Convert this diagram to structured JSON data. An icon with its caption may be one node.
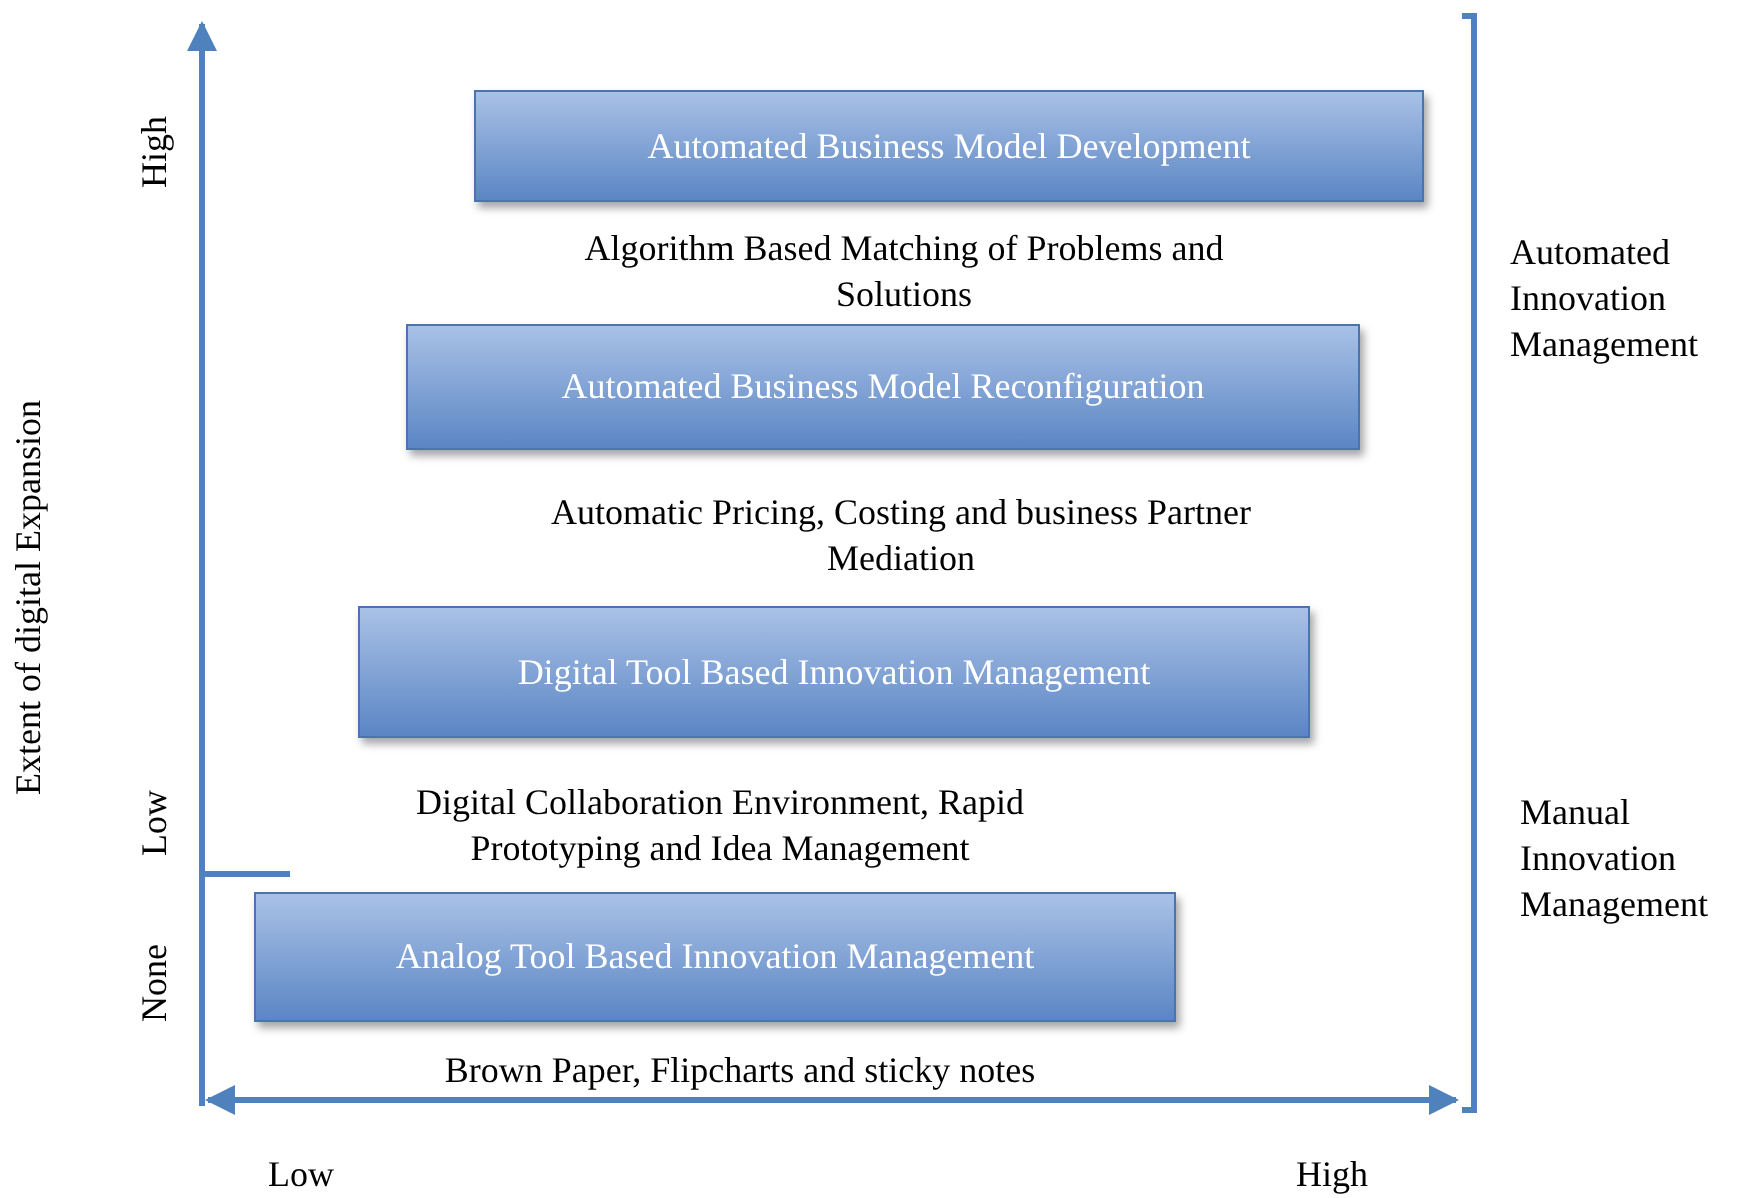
{
  "diagram": {
    "nodes": [
      {
        "text": [
          "Automated Business Model Development"
        ]
      },
      {
        "text": [
          "Automated Business Model Reconfiguration"
        ]
      },
      {
        "text": [
          "Digital Tool Based Innovation Management"
        ]
      },
      {
        "text": [
          "Analog Tool Based Innovation Management"
        ]
      }
    ],
    "labels": [
      "High",
      "Automated Innovation Management",
      "Algorithm Based Matching of Problems and Solutions",
      "Extent of digital Expansion",
      "Automatic Pricing, Costing and business Partner Mediation",
      "Manual Innovation Management",
      "Low",
      "Digital Collaboration Environment, Rapid Prototyping and Idea Management",
      "None",
      "Brown Paper, Flipcharts and sticky notes",
      "Low",
      "High"
    ]
  }
}
